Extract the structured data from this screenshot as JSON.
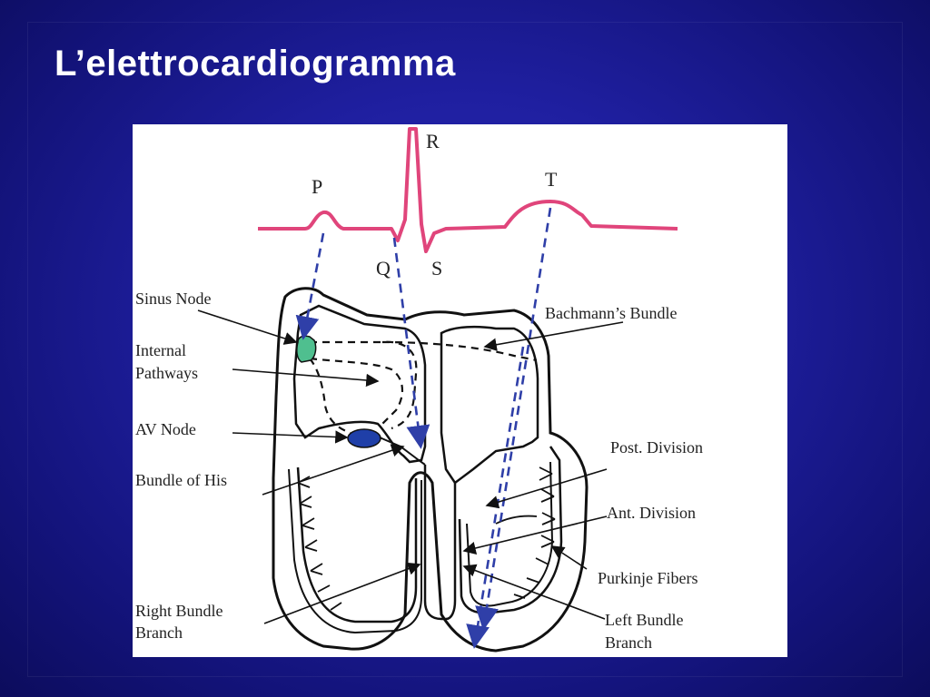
{
  "slide": {
    "title": "L’elettrocardiogramma"
  },
  "colors": {
    "background": "#1a1a8f",
    "ecg_wave": "#e0457b",
    "arrows": "#2f3fa8",
    "sinus_node": "#4fbf8f",
    "av_node": "#1f3fa8"
  },
  "diagram": {
    "wave_labels": {
      "p": "P",
      "q": "Q",
      "r": "R",
      "s": "S",
      "t": "T"
    },
    "left_labels": {
      "sinus_node": "Sinus Node",
      "internal_pathways_1": "Internal",
      "internal_pathways_2": "Pathways",
      "av_node": "AV Node",
      "bundle_of_his": "Bundle of His",
      "right_bundle_1": "Right Bundle",
      "right_bundle_2": "Branch"
    },
    "right_labels": {
      "bachmann": "Bachmann’s Bundle",
      "post_division": "Post. Division",
      "ant_division": "Ant. Division",
      "purkinje": "Purkinje Fibers",
      "left_bundle_1": "Left Bundle",
      "left_bundle_2": "Branch"
    }
  }
}
